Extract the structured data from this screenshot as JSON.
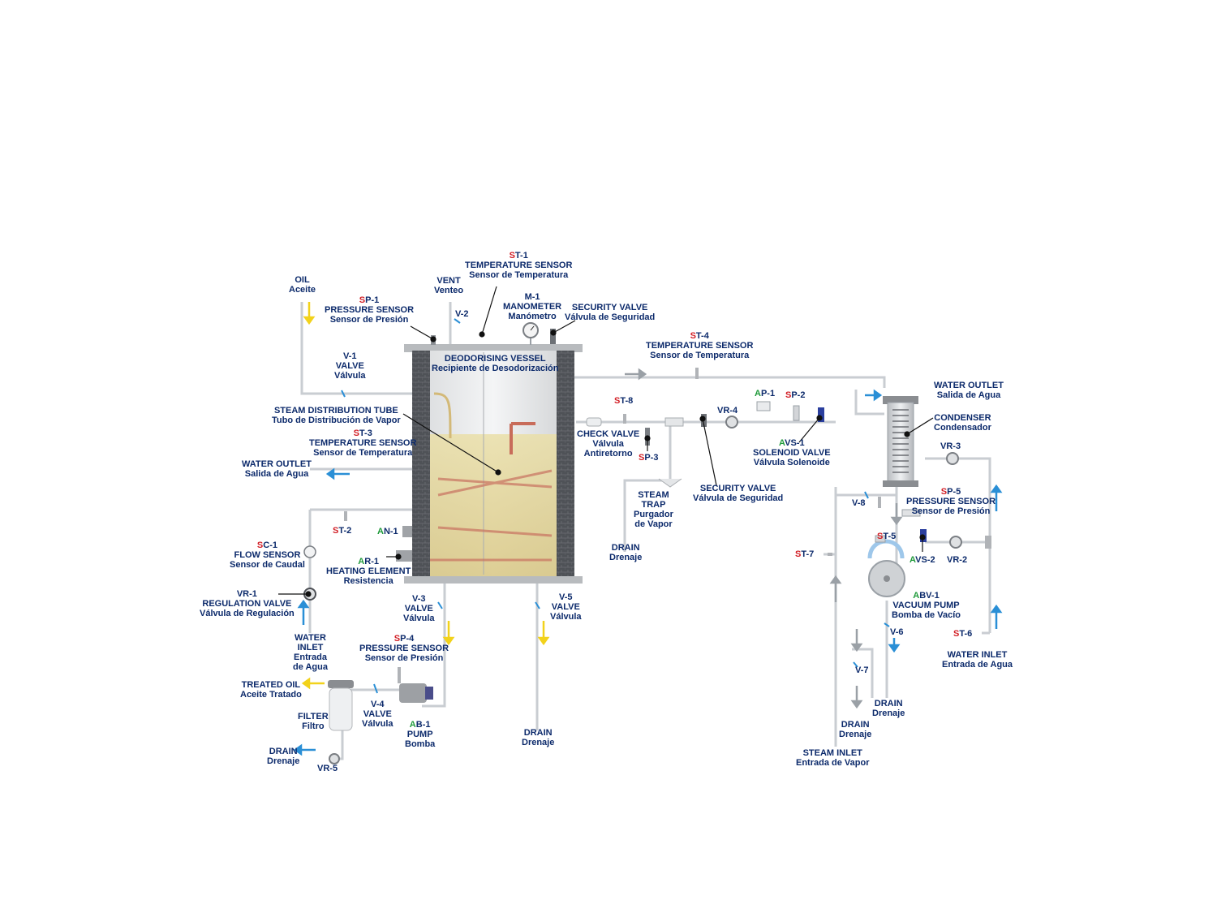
{
  "labels": [
    {
      "id": "oil",
      "prefix": "",
      "tag": "OIL",
      "es": "Aceite"
    },
    {
      "id": "sp1",
      "prefix": "S",
      "tag": "P-1",
      "en": "PRESSURE SENSOR",
      "es": "Sensor de Presión"
    },
    {
      "id": "vent",
      "prefix": "",
      "tag": "VENT",
      "es": "Venteo"
    },
    {
      "id": "v2",
      "prefix": "",
      "tag": "V-2"
    },
    {
      "id": "st1",
      "prefix": "S",
      "tag": "T-1",
      "en": "TEMPERATURE SENSOR",
      "es": "Sensor de Temperatura"
    },
    {
      "id": "m1",
      "prefix": "",
      "tag": "M-1",
      "en": "MANOMETER",
      "es": "Manómetro"
    },
    {
      "id": "secvalve1",
      "prefix": "",
      "tag": "SECURITY VALVE",
      "es": "Válvula de Seguridad"
    },
    {
      "id": "st4",
      "prefix": "S",
      "tag": "T-4",
      "en": "TEMPERATURE SENSOR",
      "es": "Sensor de Temperatura"
    },
    {
      "id": "vessel",
      "prefix": "",
      "tag": "DEODORISING VESSEL",
      "es": "Recipiente de Desodorización"
    },
    {
      "id": "v1",
      "prefix": "",
      "tag": "V-1",
      "en": "VALVE",
      "es": "Válvula"
    },
    {
      "id": "steamtube",
      "prefix": "",
      "tag": "STEAM DISTRIBUTION TUBE",
      "es": "Tubo de Distribución de Vapor"
    },
    {
      "id": "st3",
      "prefix": "S",
      "tag": "T-3",
      "en": "TEMPERATURE SENSOR",
      "es": "Sensor de Temperatura"
    },
    {
      "id": "wateroutlet1",
      "prefix": "",
      "tag": "WATER OUTLET",
      "es": "Salida de Agua"
    },
    {
      "id": "st2",
      "prefix": "S",
      "tag": "T-2"
    },
    {
      "id": "an1",
      "prefix": "A",
      "tag": "N-1"
    },
    {
      "id": "sc1",
      "prefix": "S",
      "tag": "C-1",
      "en": "FLOW SENSOR",
      "es": "Sensor de Caudal"
    },
    {
      "id": "ar1",
      "prefix": "A",
      "tag": "R-1",
      "en": "HEATING ELEMENT",
      "es": "Resistencia"
    },
    {
      "id": "vr1",
      "prefix": "",
      "tag": "VR-1",
      "en": "REGULATION VALVE",
      "es": "Válvula de Regulación"
    },
    {
      "id": "waterinlet1",
      "prefix": "",
      "tag": "WATER",
      "en": "INLET",
      "es": "Entrada",
      "es2": "de Agua"
    },
    {
      "id": "v3",
      "prefix": "",
      "tag": "V-3",
      "en": "VALVE",
      "es": "Válvula"
    },
    {
      "id": "v5",
      "prefix": "",
      "tag": "V-5",
      "en": "VALVE",
      "es": "Válvula"
    },
    {
      "id": "sp4",
      "prefix": "S",
      "tag": "P-4",
      "en": "PRESSURE SENSOR",
      "es": "Sensor de Presión"
    },
    {
      "id": "treatedoil",
      "prefix": "",
      "tag": "TREATED OIL",
      "es": "Aceite Tratado"
    },
    {
      "id": "v4",
      "prefix": "",
      "tag": "V-4",
      "en": "VALVE",
      "es": "Válvula"
    },
    {
      "id": "filter",
      "prefix": "",
      "tag": "FILTER",
      "es": "Filtro"
    },
    {
      "id": "ab1",
      "prefix": "A",
      "tag": "B-1",
      "en": "PUMP",
      "es": "Bomba"
    },
    {
      "id": "drain1",
      "prefix": "",
      "tag": "DRAIN",
      "es": "Drenaje"
    },
    {
      "id": "vr5",
      "prefix": "",
      "tag": "VR-5"
    },
    {
      "id": "drain2",
      "prefix": "",
      "tag": "DRAIN",
      "es": "Drenaje"
    },
    {
      "id": "st8",
      "prefix": "S",
      "tag": "T-8"
    },
    {
      "id": "checkvalve",
      "prefix": "",
      "tag": "CHECK VALVE",
      "en": "Válvula",
      "es": "Antiretorno"
    },
    {
      "id": "sp3",
      "prefix": "S",
      "tag": "P-3"
    },
    {
      "id": "steamtrap",
      "prefix": "",
      "tag": "STEAM",
      "en": "TRAP",
      "es": "Purgador",
      "es2": "de Vapor"
    },
    {
      "id": "drain3",
      "prefix": "",
      "tag": "DRAIN",
      "es": "Drenaje"
    },
    {
      "id": "secvalve2",
      "prefix": "",
      "tag": "SECURITY VALVE",
      "es": "Válvula de Seguridad"
    },
    {
      "id": "vr4",
      "prefix": "",
      "tag": "VR-4"
    },
    {
      "id": "ap1",
      "prefix": "A",
      "tag": "P-1"
    },
    {
      "id": "sp2",
      "prefix": "S",
      "tag": "P-2"
    },
    {
      "id": "avs1",
      "prefix": "A",
      "tag": "VS-1",
      "en": "SOLENOID VALVE",
      "es": "Válvula Solenoide"
    },
    {
      "id": "wateroutlet2",
      "prefix": "",
      "tag": "WATER OUTLET",
      "es": "Salida de Agua"
    },
    {
      "id": "condenser",
      "prefix": "",
      "tag": "CONDENSER",
      "es": "Condensador"
    },
    {
      "id": "vr3",
      "prefix": "",
      "tag": "VR-3"
    },
    {
      "id": "v8",
      "prefix": "",
      "tag": "V-8"
    },
    {
      "id": "sp5",
      "prefix": "S",
      "tag": "P-5",
      "en": "PRESSURE SENSOR",
      "es": "Sensor de Presión"
    },
    {
      "id": "st5",
      "prefix": "S",
      "tag": "T-5"
    },
    {
      "id": "st7",
      "prefix": "S",
      "tag": "T-7"
    },
    {
      "id": "avs2",
      "prefix": "A",
      "tag": "VS-2"
    },
    {
      "id": "vr2",
      "prefix": "",
      "tag": "VR-2"
    },
    {
      "id": "abv1",
      "prefix": "A",
      "tag": "BV-1",
      "en": "VACUUM PUMP",
      "es": "Bomba de Vacío"
    },
    {
      "id": "v6",
      "prefix": "",
      "tag": "V-6"
    },
    {
      "id": "st6",
      "prefix": "S",
      "tag": "T-6"
    },
    {
      "id": "waterinlet2",
      "prefix": "",
      "tag": "WATER INLET",
      "es": "Entrada de Agua"
    },
    {
      "id": "v7",
      "prefix": "",
      "tag": "V-7"
    },
    {
      "id": "drain4",
      "prefix": "",
      "tag": "DRAIN",
      "es": "Drenaje"
    },
    {
      "id": "drain5",
      "prefix": "",
      "tag": "DRAIN",
      "es": "Drenaje"
    },
    {
      "id": "steaminlet",
      "prefix": "",
      "tag": "STEAM INLET",
      "es": "Entrada de Vapor"
    }
  ],
  "colors": {
    "label_blue": "#0c2a6b",
    "prefix_red": "#d21f26",
    "prefix_green": "#1f9a3a",
    "pipe": "#c9cdd2",
    "arrow_blue": "#2a8fd6",
    "arrow_yellow": "#f2d21b",
    "arrow_grey": "#9aa0a6",
    "oil_fill": "#e8d8a0",
    "insulation": "#5a5d62"
  }
}
